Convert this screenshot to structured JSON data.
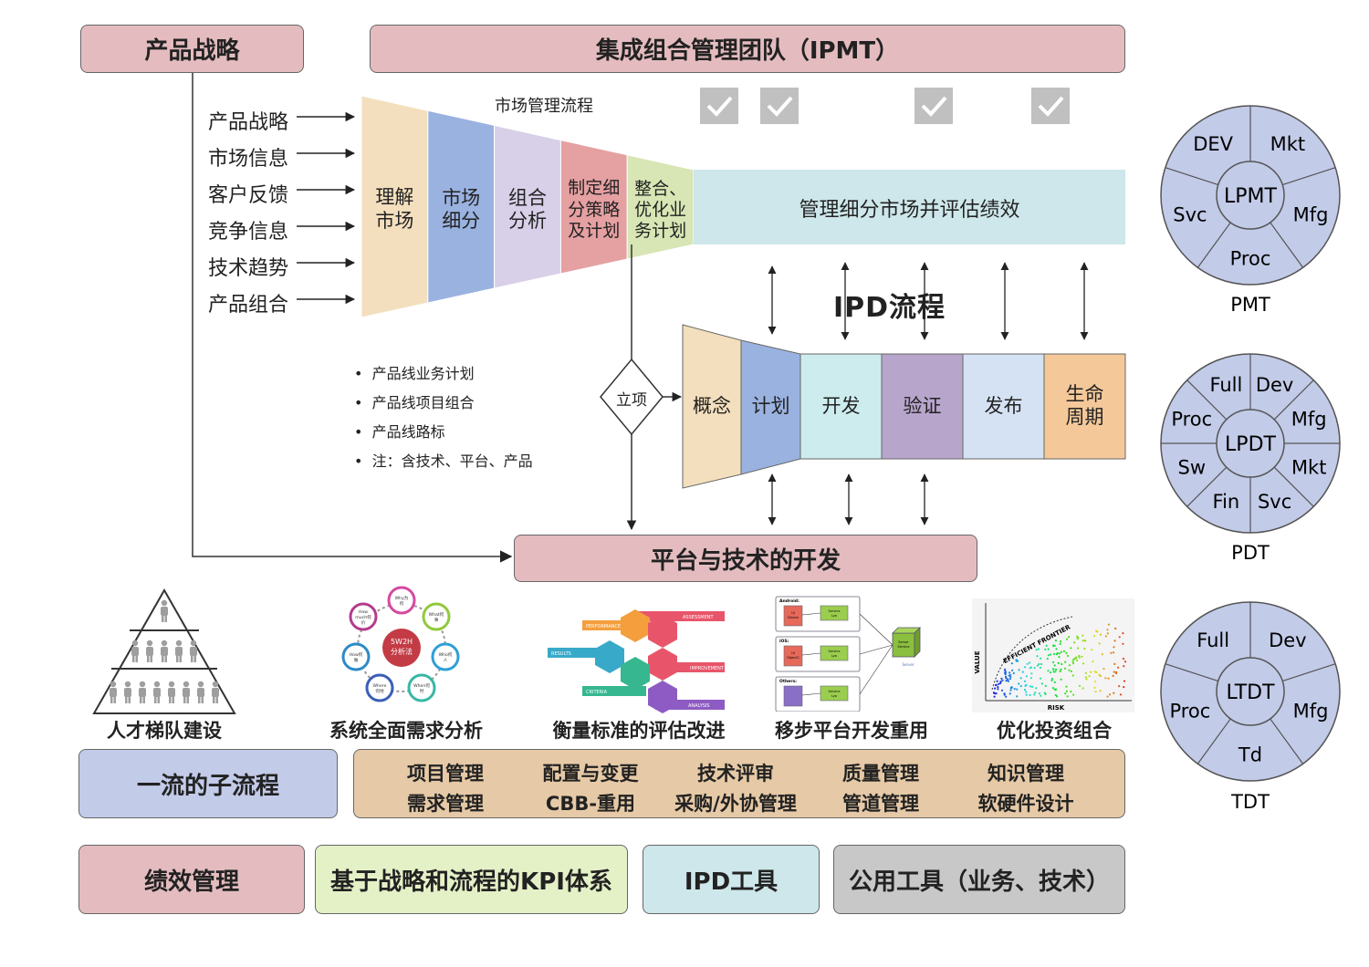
{
  "header": {
    "product_strategy": "产品战略",
    "ipmt": "集成组合管理团队（IPMT）"
  },
  "market_process": {
    "title": "市场管理流程",
    "inputs": [
      "产品战略",
      "市场信息",
      "客户反馈",
      "竞争信息",
      "技术趋势",
      "产品组合"
    ],
    "stages": [
      {
        "label": "理解\n市场",
        "color": "#f3dfbd"
      },
      {
        "label": "市场\n细分",
        "color": "#9ab2e0"
      },
      {
        "label": "组合\n分析",
        "color": "#d8cfe8"
      },
      {
        "label": "制定细\n分策略\n及计划",
        "color": "#e5a0a2"
      },
      {
        "label": "整合、\n优化业\n务计划",
        "color": "#d7e6b4"
      }
    ],
    "manage_bar": "管理细分市场并评估绩效"
  },
  "ipd": {
    "title": "IPD流程",
    "decision": "立项",
    "stages": [
      {
        "label": "概念",
        "color": "#f3dfbd"
      },
      {
        "label": "计划",
        "color": "#9ab2e0"
      },
      {
        "label": "开发",
        "color": "#cdecee"
      },
      {
        "label": "验证",
        "color": "#b8a5cc"
      },
      {
        "label": "发布",
        "color": "#d5e2f3"
      },
      {
        "label": "生命\n周期",
        "color": "#f5c89a"
      }
    ]
  },
  "bullets": [
    "产品线业务计划",
    "产品线项目组合",
    "产品线路标",
    "注：含技术、平台、产品"
  ],
  "platform": "平台与技术的开发",
  "thumbnails": {
    "w5h2": {
      "center": "5W2H\n分析法",
      "nodes": [
        "Why为\n何",
        "What何\n事",
        "Who何\n人",
        "When何\n时",
        "Where\n何地",
        "How何\n做",
        "How\nmuch何\n价"
      ]
    },
    "hex": {
      "labels": [
        "PERFORMANCE",
        "ASSESSMENT",
        "RESULTS",
        "IMPROVEMENT",
        "CRITERIA",
        "ANALYSIS"
      ]
    },
    "platform": {
      "groups": [
        "Android",
        "iOS",
        "Others"
      ],
      "left_boxes": [
        "UI\nDevice",
        "UI\nObjectC",
        ""
      ],
      "service": "Service\nLyo",
      "core": "Server\nService",
      "side_label": "Server"
    },
    "frontier": {
      "frontier": "EFFICIENT FRONTIER",
      "ylabel": "VALUE",
      "xlabel": "RISK"
    }
  },
  "captions": [
    "人才梯队建设",
    "系统全面需求分析",
    "衡量标准的评估改进",
    "移步平台开发重用",
    "优化投资组合"
  ],
  "subprocess": {
    "title": "一流的子流程",
    "items": [
      [
        "项目管理",
        "需求管理"
      ],
      [
        "配置与变更",
        "CBB-重用"
      ],
      [
        "技术评审",
        "采购/外协管理"
      ],
      [
        "质量管理",
        "管道管理"
      ],
      [
        "知识管理",
        "软硬件设计"
      ]
    ]
  },
  "bottom": [
    "绩效管理",
    "基于战略和流程的KPI体系",
    "IPD工具",
    "公用工具（业务、技术）"
  ],
  "teams": [
    {
      "name": "PMT",
      "center": "LPMT",
      "segments": [
        "Mkt",
        "Mfg",
        "Proc",
        "Svc",
        "DEV"
      ]
    },
    {
      "name": "PDT",
      "center": "LPDT",
      "segments": [
        "Dev",
        "Mfg",
        "Mkt",
        "Svc",
        "Fin",
        "Sw",
        "Proc",
        "Full"
      ]
    },
    {
      "name": "TDT",
      "center": "LTDT",
      "segments": [
        "Dev",
        "Mfg",
        "Td",
        "Proc",
        "Full"
      ]
    }
  ],
  "colors": {
    "pink": "#e4bcbf",
    "blue": "#c2cbe8",
    "tan": "#e6c9a6",
    "green": "#e4f1c7",
    "cyan": "#cde7ea",
    "gray": "#c8c8c8",
    "circle": "#c2cbe8",
    "check": "#c0c0c0"
  }
}
